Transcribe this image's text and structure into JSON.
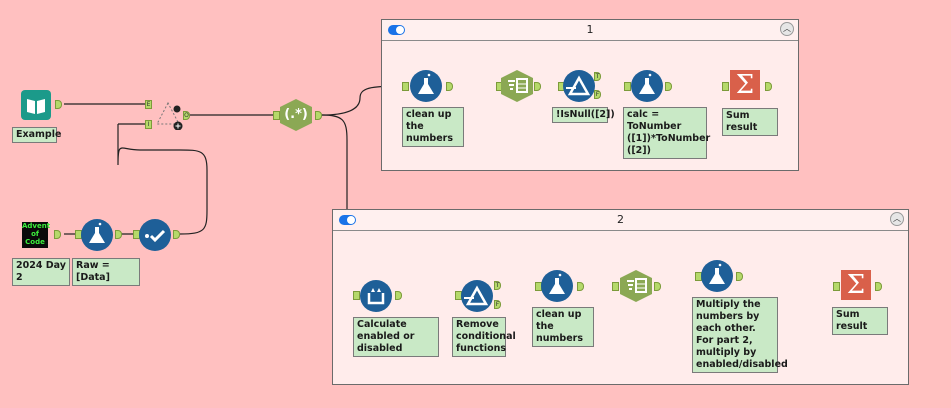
{
  "app": "Alteryx Designer workflow canvas",
  "containers": [
    {
      "title": "1",
      "enabled": true
    },
    {
      "title": "2",
      "enabled": true
    }
  ],
  "tools": {
    "example_input": {
      "label": "Example",
      "icon": "book-icon"
    },
    "aoc_input": {
      "label": "2024 Day 2",
      "icon_text": [
        "Advent",
        "of",
        "Code"
      ]
    },
    "raw_formula": {
      "label": "Raw = [Data]",
      "icon": "formula-flask-icon"
    },
    "select": {
      "icon": "select-check-icon"
    },
    "union": {
      "icon": "union-icon",
      "anchors": [
        "E",
        "I"
      ],
      "output": "O"
    },
    "regex": {
      "icon_text": "(.*)"
    },
    "c1_clean": {
      "label": "clean up the numbers"
    },
    "c1_text_to_columns": {
      "icon": "text-to-columns-icon"
    },
    "c1_filter": {
      "label": "!IsNull([2])",
      "anchors": [
        "T",
        "F"
      ]
    },
    "c1_calc": {
      "label": "calc = ToNumber ([1])*ToNumber ([2])"
    },
    "c1_sum": {
      "label": "Sum result",
      "icon_text": "Σ"
    },
    "c2_multirow": {
      "label": "Calculate enabled or disabled"
    },
    "c2_filter": {
      "label": "Remove conditional functions",
      "anchors": [
        "T",
        "F"
      ]
    },
    "c2_clean": {
      "label": "clean up the numbers"
    },
    "c2_text_to_columns": {
      "icon": "text-to-columns-icon"
    },
    "c2_multiply": {
      "label": "Multiply the numbers by each other. For part 2, multiply by enabled/disabled"
    },
    "c2_sum": {
      "label": "Sum result",
      "icon_text": "Σ"
    }
  },
  "colors": {
    "canvas": "#ffc0c0",
    "container": "#ffeceb",
    "tool_blue": "#1e5f98",
    "tool_green": "#8ba854",
    "summarize": "#d9604a",
    "anchor": "#b5d96a",
    "annotation": "#c9e9c6"
  }
}
